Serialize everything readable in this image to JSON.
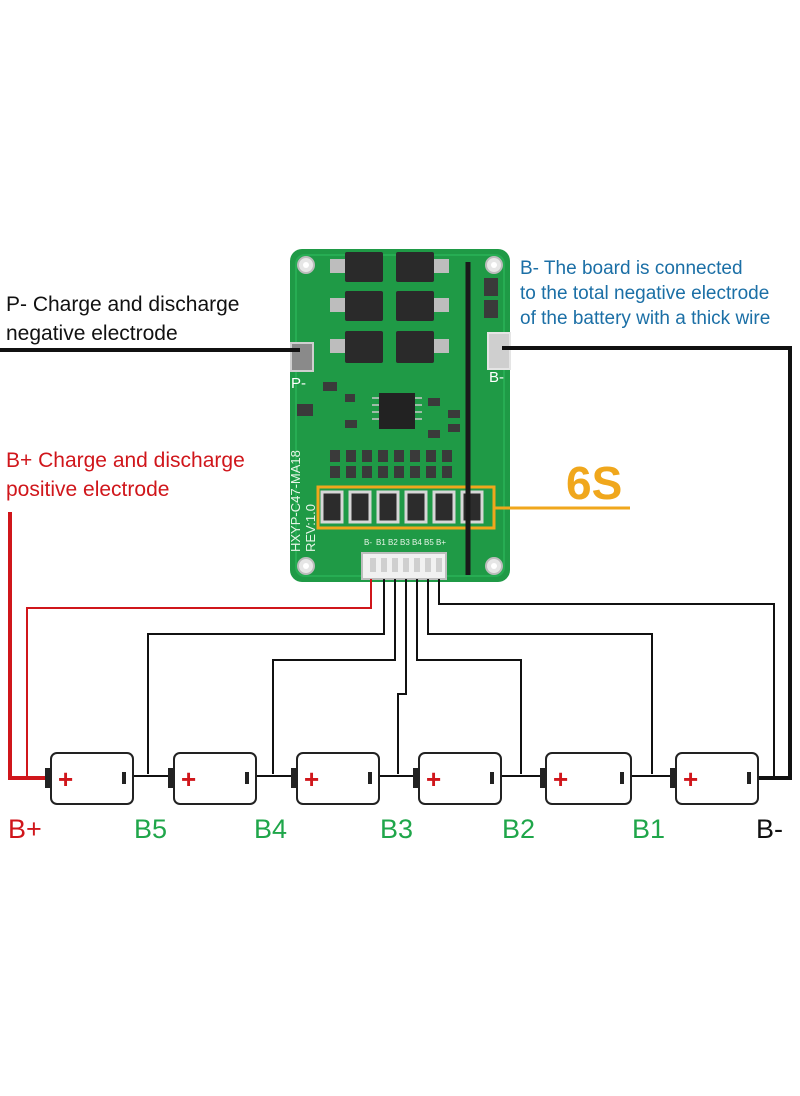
{
  "annotations": {
    "p_minus": [
      "P- Charge and discharge",
      "negative electrode"
    ],
    "b_minus": [
      "B- The board is connected",
      "to the total negative electrode",
      "of the battery with a thick wire"
    ],
    "b_plus": [
      "B+ Charge and discharge",
      "positive electrode"
    ],
    "cell_count": "6S"
  },
  "board": {
    "silkscreen": "HXYP-C47-MA18",
    "revision": "REV:1.0",
    "pad_left": "P-",
    "pad_right": "B-",
    "connector_labels": [
      "B-",
      "B1",
      "B2",
      "B3",
      "B4",
      "B5",
      "B+"
    ]
  },
  "battery": {
    "positive_symbol": "+",
    "cells": 6
  },
  "nodes": [
    {
      "label": "B+",
      "color": "#d0161b"
    },
    {
      "label": "B5",
      "color": "#1fa64a"
    },
    {
      "label": "B4",
      "color": "#1fa64a"
    },
    {
      "label": "B3",
      "color": "#1fa64a"
    },
    {
      "label": "B2",
      "color": "#1fa64a"
    },
    {
      "label": "B1",
      "color": "#1fa64a"
    },
    {
      "label": "B-",
      "color": "#111111"
    }
  ],
  "colors": {
    "pcb": "#1f9a46",
    "negative_wire": "#111111",
    "positive_wire": "#d0161b",
    "info_text": "#1b6fa6",
    "highlight": "#f0a71c",
    "node_green": "#1fa64a"
  }
}
